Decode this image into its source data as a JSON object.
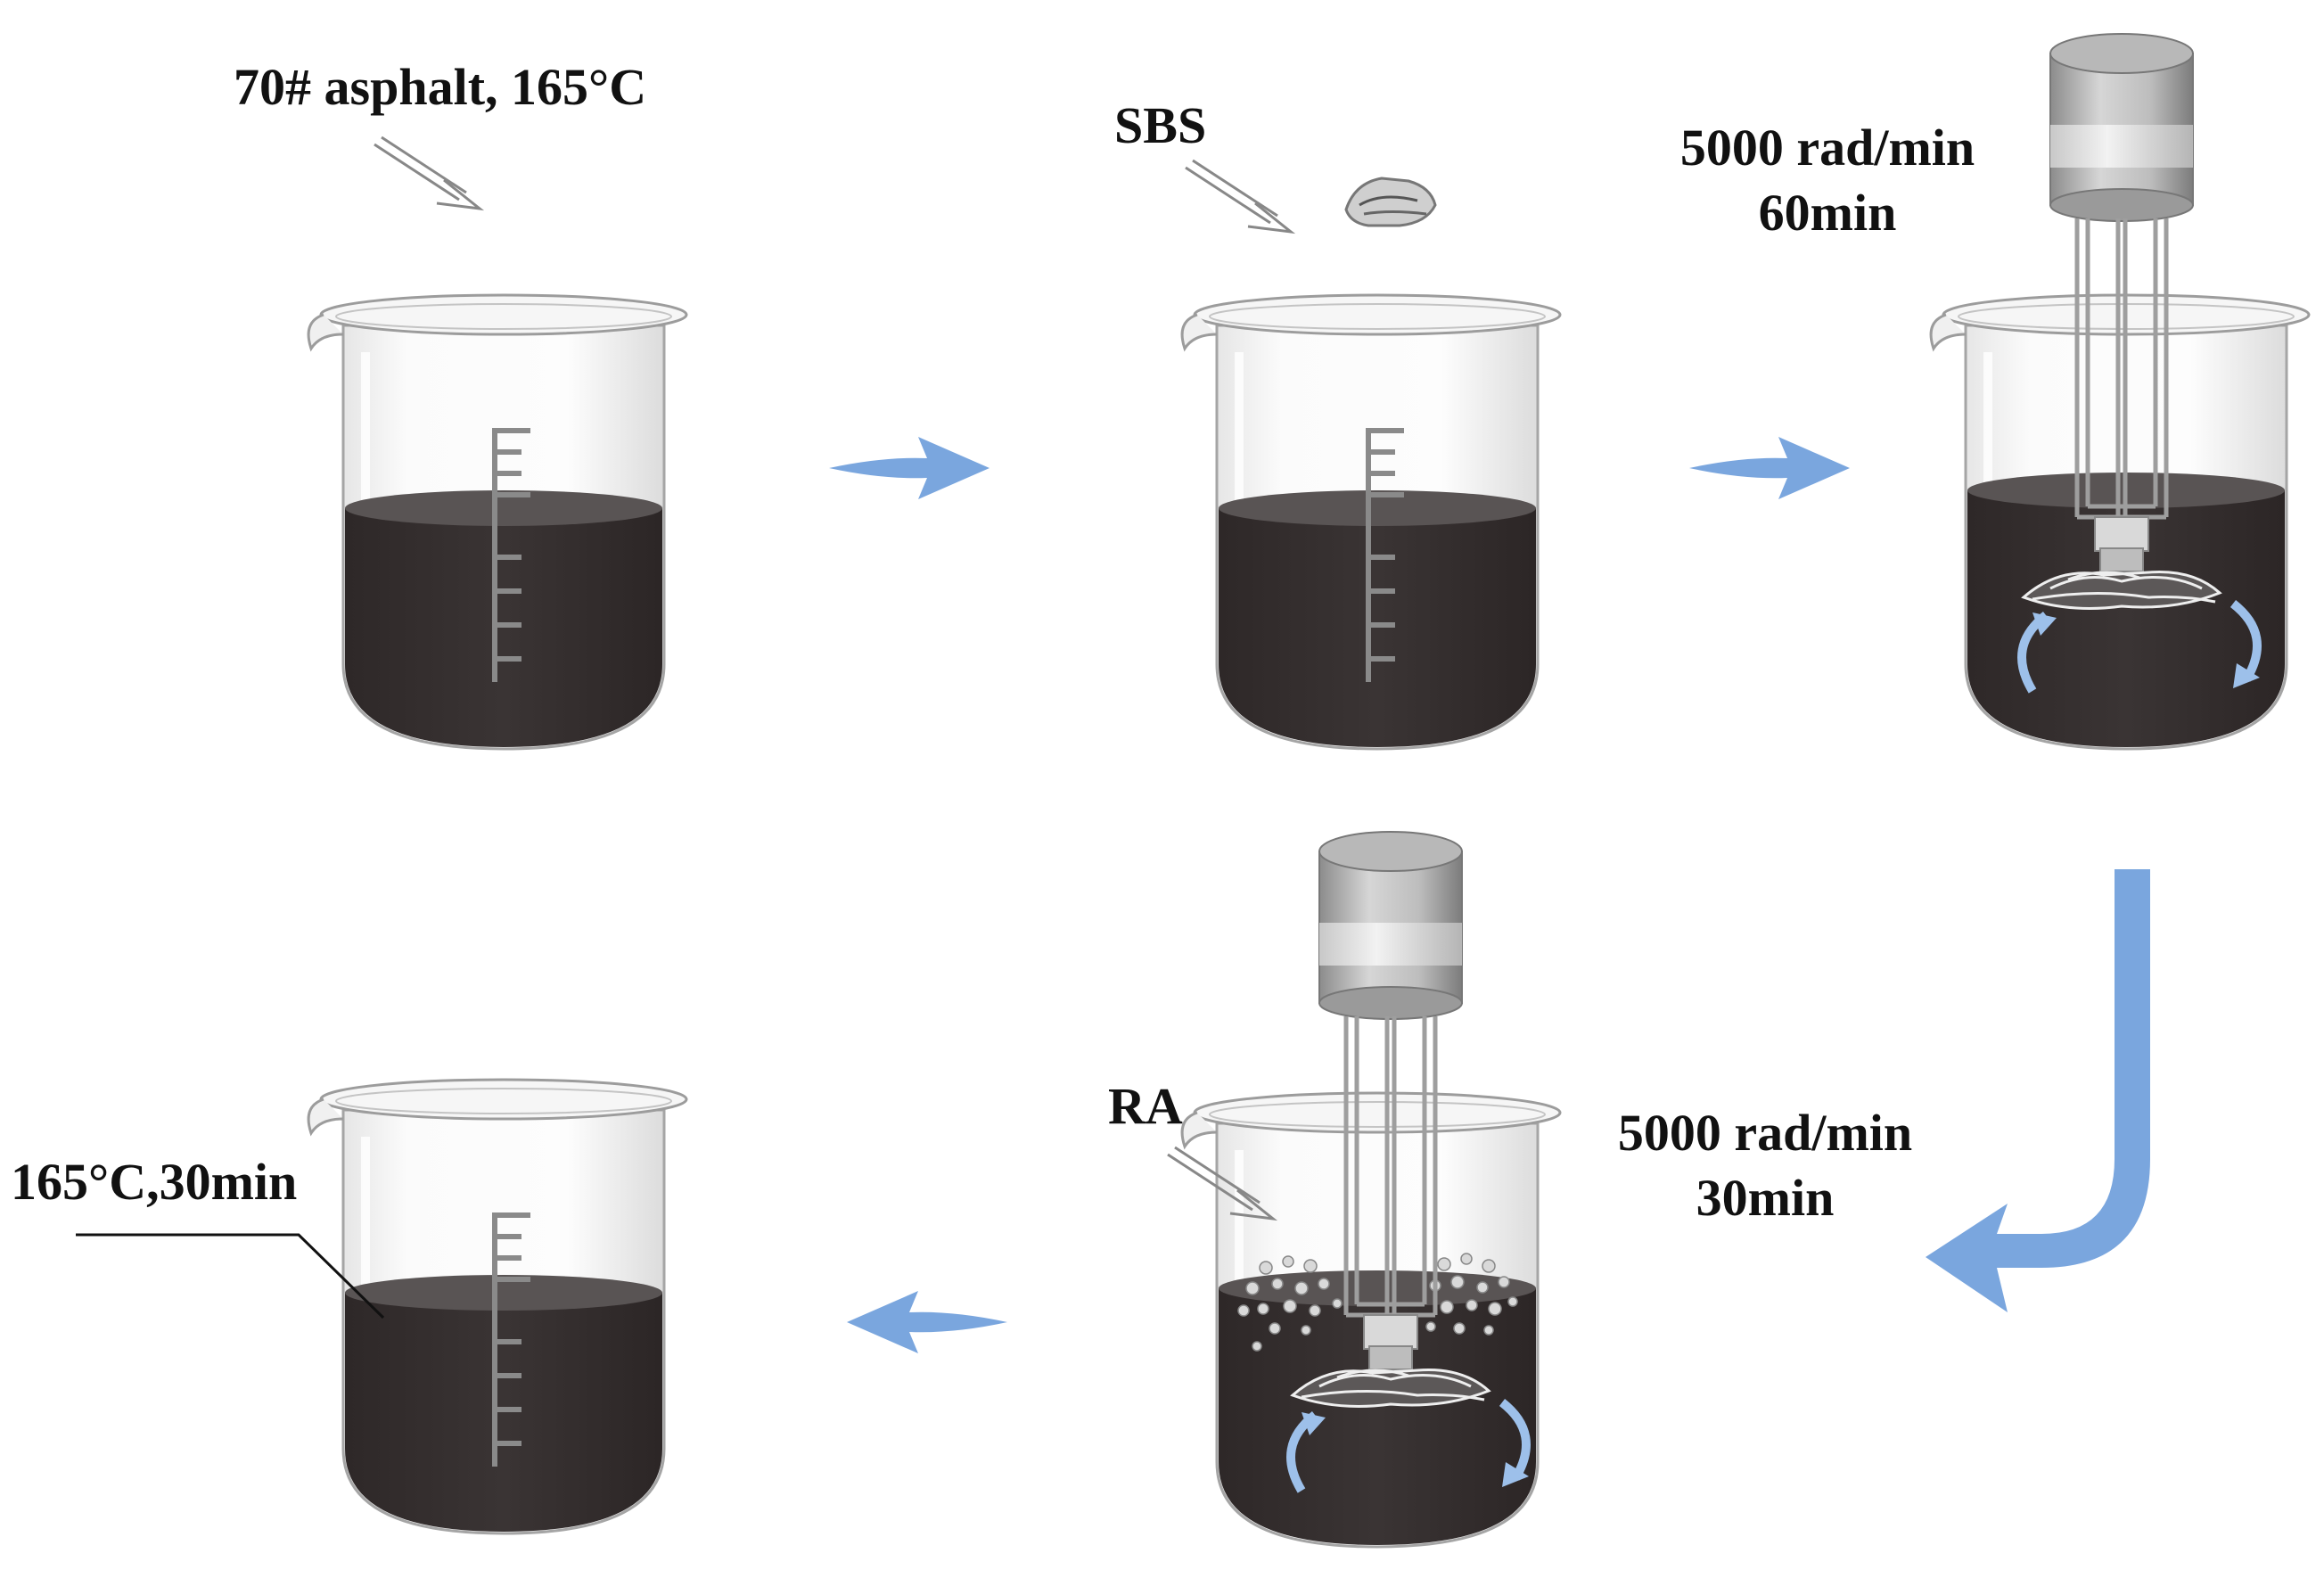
{
  "labels": {
    "step1_material": "70# asphalt, 165°C",
    "step2_material": "SBS",
    "step3_speed": "5000 rad/min",
    "step3_time": "60min",
    "step4_material": "RA",
    "step4_speed": "5000 rad/min",
    "step4_time": "30min",
    "step5_condition": "165°C,30min"
  },
  "colors": {
    "asphalt": "#363030",
    "asphalt_surface": "#5a5555",
    "glass_outline": "#9a9a9a",
    "arrow": "#7aa6de",
    "scale": "#8a8a8a"
  }
}
